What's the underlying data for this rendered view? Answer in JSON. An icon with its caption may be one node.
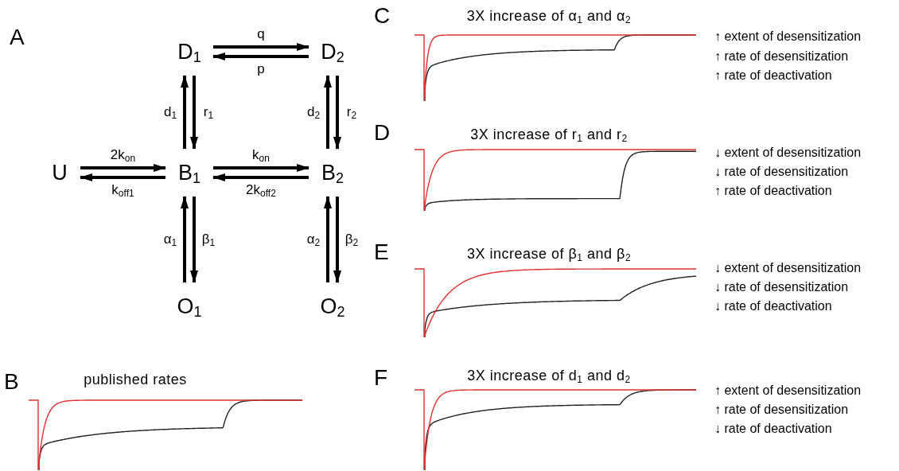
{
  "diagram": {
    "nodes": [
      {
        "text": [
          "D$_{1}$"
        ]
      },
      {
        "text": [
          "D$_{2}$"
        ]
      },
      {
        "text": [
          "U"
        ]
      },
      {
        "text": [
          "B$_{1}$"
        ]
      },
      {
        "text": [
          "B$_{2}$"
        ]
      },
      {
        "text": [
          "O$_{1}$"
        ]
      },
      {
        "text": [
          "O$_{2}$"
        ]
      }
    ],
    "edges": [
      {
        "from": 0,
        "to": 1,
        "arrow": "to",
        "label": "q"
      },
      {
        "from": 1,
        "to": 0,
        "arrow": "to",
        "label": "p"
      },
      {
        "from": 3,
        "to": 0,
        "arrow": "to",
        "label": "d$_{1}$"
      },
      {
        "from": 0,
        "to": 3,
        "arrow": "to",
        "label": "r$_{1}$"
      },
      {
        "from": 4,
        "to": 1,
        "arrow": "to",
        "label": "d$_{2}$"
      },
      {
        "from": 1,
        "to": 4,
        "arrow": "to",
        "label": "r$_{2}$"
      },
      {
        "from": 2,
        "to": 3,
        "arrow": "to",
        "label": "2k$_{on}$"
      },
      {
        "from": 3,
        "to": 2,
        "arrow": "to",
        "label": "k$_{off1}$"
      },
      {
        "from": 3,
        "to": 4,
        "arrow": "to",
        "label": "k$_{on}$"
      },
      {
        "from": 4,
        "to": 3,
        "arrow": "to",
        "label": "2k$_{off2}$"
      },
      {
        "from": 5,
        "to": 3,
        "arrow": "to",
        "label": "α$_{1}$"
      },
      {
        "from": 3,
        "to": 5,
        "arrow": "to",
        "label": "β$_{1}$"
      },
      {
        "from": 6,
        "to": 4,
        "arrow": "to",
        "label": "α$_{2}$"
      },
      {
        "from": 4,
        "to": 6,
        "arrow": "to",
        "label": "β$_{2}$"
      }
    ],
    "labels": [
      "A",
      "C",
      "3X increase of α$_{1}$ and α$_{2}$",
      "**↑** extent of desensitization",
      "**↑** rate of desensitization",
      "**↑** rate of deactivation",
      "D",
      "3X increase of r$_{1}$ and r$_{2}$",
      "**↓** extent of desensitization",
      "**↓** rate of desensitization",
      "**↑** rate of deactivation",
      "E",
      "3X increase of β$_{1}$ and β$_{2}$",
      "**↓** extent of desensitization",
      "**↓** rate of desensitization",
      "**↓** rate of deactivation",
      "B",
      "published rates",
      "F",
      "3X increase of d$_{1}$ and d$_{2}$",
      "**↑** extent of desensitization",
      "**↑** rate of desensitization",
      "**↓** rate of deactivation"
    ]
  }
}
